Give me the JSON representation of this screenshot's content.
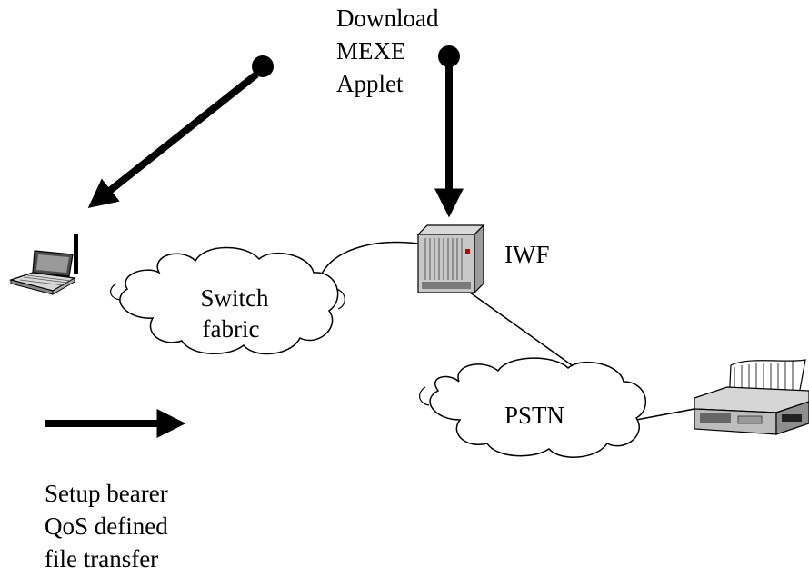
{
  "labels": {
    "download": [
      "Download",
      "MEXE",
      "Applet"
    ],
    "iwf": "IWF",
    "switch_fabric": [
      "Switch",
      "fabric"
    ],
    "pstn": "PSTN",
    "setup": [
      "Setup bearer",
      "QoS defined",
      "file transfer"
    ]
  },
  "nodes": {
    "laptop": "laptop-terminal",
    "iwf": "rack-server",
    "fax": "fax-machine"
  },
  "colors": {
    "line": "#000000",
    "fill": "#ffffff",
    "device_gray": "#bdbdbd",
    "device_dark": "#5a5a5a"
  }
}
